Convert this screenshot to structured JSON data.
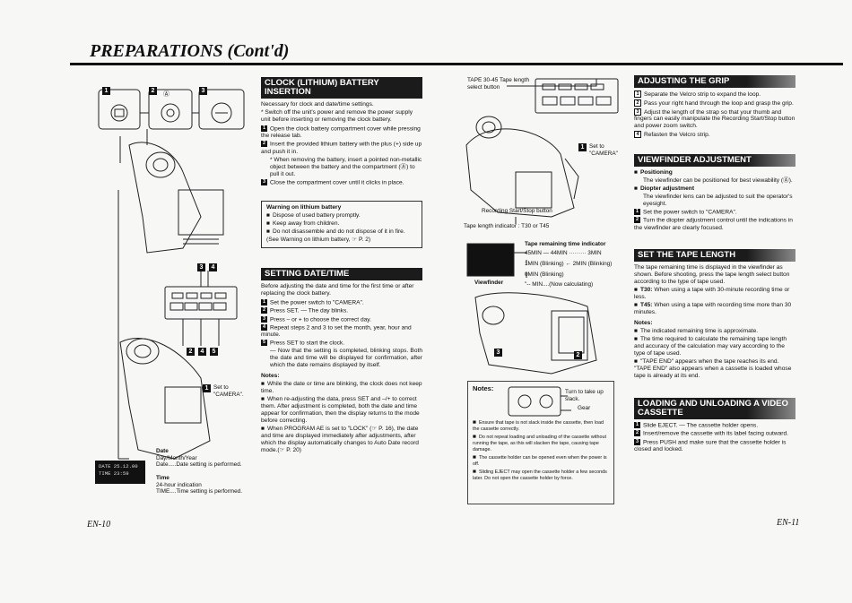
{
  "page_title": "PREPARATIONS (Cont'd)",
  "page_left": "EN-10",
  "page_right": "EN-11",
  "left_figure": {
    "step_markers": [
      "1",
      "2",
      "3"
    ],
    "marker_a": "Ⓐ",
    "steps_lower": [
      "3",
      "4",
      "2",
      "4",
      "5"
    ],
    "set_to": "Set to \"CAMERA\".",
    "set_to_badge": "1",
    "lcd_date": "DATE 25.12.00",
    "lcd_time": "TIME 23:59",
    "date_title": "Date",
    "date_lines": [
      "Day/Month/Year",
      "Date.....Date setting is performed."
    ],
    "time_title": "Time",
    "time_lines": [
      "24-hour indication",
      "TIME....Time setting is performed."
    ]
  },
  "clock_battery": {
    "heading": "CLOCK (LITHIUM) BATTERY INSERTION",
    "intro": "Necessary for clock and date/time settings.",
    "note": "* Switch off the unit's power and remove the power supply unit before inserting or removing the clock battery.",
    "steps": [
      {
        "n": "1",
        "text": "Open the clock battery compartment cover while pressing the release tab."
      },
      {
        "n": "2",
        "text": "Insert the provided lithium battery with the plus (+) side up and push it in."
      },
      {
        "n": "3",
        "text": "Close the compartment cover until it clicks in place."
      }
    ],
    "step2_sub": "* When removing the battery, insert a pointed non-metallic object between the battery and the compartment (Ⓐ) to pull it out.",
    "warning_title": "Warning on lithium battery",
    "warnings": [
      "Dispose of used battery promptly.",
      "Keep away from children.",
      "Do not disassemble and do not dispose of it in fire."
    ],
    "see": "(See Warning on lithium battery, ☞ P. 2)"
  },
  "setting_datetime": {
    "heading": "SETTING DATE/TIME",
    "intro": "Before adjusting the date and time for the first time or after replacing the clock battery.",
    "steps": [
      {
        "n": "1",
        "text": "Set the power switch to \"CAMERA\"."
      },
      {
        "n": "2",
        "text": "Press SET. — The day blinks."
      },
      {
        "n": "3",
        "text": "Press – or + to choose the correct day."
      },
      {
        "n": "4",
        "text": "Repeat steps 2 and 3 to set the month, year, hour and minute."
      },
      {
        "n": "5",
        "text": "Press SET to start the clock."
      }
    ],
    "step5_sub": "— Now that the setting is completed, blinking stops. Both the date and time will be displayed for confirmation, after which the date remains displayed by itself.",
    "notes_title": "Notes:",
    "notes": [
      "While the date or time are blinking, the clock does not keep time.",
      "When re-adjusting the data, press SET and –/+ to correct them. After adjustment is completed, both the date and time appear for confirmation, then the display returns to the mode before correcting.",
      "When PROGRAM AE is set to \"LOCK\" (☞ P. 16), the date and time are displayed immediately after adjustments, after which the display automatically changes to Auto Date record mode.(☞ P. 20)"
    ]
  },
  "middle": {
    "tape_label": "TAPE 30-45 Tape length select button",
    "set_to": "Set to \"CAMERA\"",
    "set_to_badge": "1",
    "recording_button": "Recording Start/Stop button",
    "tape_indicator": "Tape length indicator : T30 or T45",
    "remaining_title": "Tape remaining time indicator",
    "chain1": "45MIN — 44MIN ········· 3MIN",
    "chain2": "1MIN (Blinking) ← 2MIN (Blinking)",
    "chain3": "0MIN (Blinking)",
    "chain4": "\"-- MIN....(Now calculating)",
    "viewfinder": "Viewfinder",
    "cassette_markers": [
      "3",
      "2"
    ],
    "notes_title": "Notes:",
    "turn_label": "Turn to take up slack.",
    "gear_label": "Gear",
    "notes": [
      "Ensure that tape is not slack inside the cassette, then load the cassette correctly.",
      "Do not repeat loading and unloading of the cassette without running the tape, as this will slacken the tape, causing tape damage.",
      "The cassette holder can be opened even when the power is off.",
      "Sliding EJECT may open the cassette holder a few seconds later. Do not open the cassette holder by force."
    ]
  },
  "adjusting_grip": {
    "heading": "ADJUSTING THE GRIP",
    "steps": [
      {
        "n": "1",
        "text": "Separate the Velcro strip to expand the loop."
      },
      {
        "n": "2",
        "text": "Pass your right hand through the loop and grasp the grip."
      },
      {
        "n": "3",
        "text": "Adjust the length of the strap so that your thumb and fingers can easily manipulate the Recording Start/Stop button and power zoom switch."
      },
      {
        "n": "4",
        "text": "Refasten the Velcro strip."
      }
    ]
  },
  "viewfinder_adjustment": {
    "heading": "VIEWFINDER ADJUSTMENT",
    "positioning_title": "Positioning",
    "positioning_text": "The viewfinder can be positioned for best viewability (Ⓐ).",
    "diopter_title": "Diopter adjustment",
    "diopter_text": "The viewfinder lens can be adjusted to suit the operator's eyesight.",
    "steps": [
      {
        "n": "1",
        "text": "Set the power switch to \"CAMERA\"."
      },
      {
        "n": "2",
        "text": "Turn the diopter adjustment control until the indications in the viewfinder are clearly focused."
      }
    ]
  },
  "tape_length": {
    "heading": "SET THE TAPE LENGTH",
    "intro": "The tape remaining time is displayed in the viewfinder as shown. Before shooting, press the tape length select button according to the type of tape used.",
    "items": [
      {
        "label": "T30:",
        "text": "When using a tape with 30-minute recording time or less."
      },
      {
        "label": "T45:",
        "text": "When using a tape with recording time more than 30 minutes."
      }
    ],
    "notes_title": "Notes:",
    "notes": [
      "The indicated remaining time is approximate.",
      "The time required to calculate the remaining tape length and accuracy of the calculation may vary according to the type of tape used.",
      "\"TAPE END\" appears when the tape reaches its end. \"TAPE END\" also appears when a cassette is loaded whose tape is already at its end."
    ]
  },
  "loading_cassette": {
    "heading": "LOADING AND UNLOADING A VIDEO CASSETTE",
    "steps": [
      {
        "n": "1",
        "text": "Slide EJECT. — The cassette holder opens."
      },
      {
        "n": "2",
        "text": "Insert/remove the cassette with its label facing outward."
      },
      {
        "n": "3",
        "text": "Press PUSH and make sure that the cassette holder is closed and locked."
      }
    ]
  }
}
